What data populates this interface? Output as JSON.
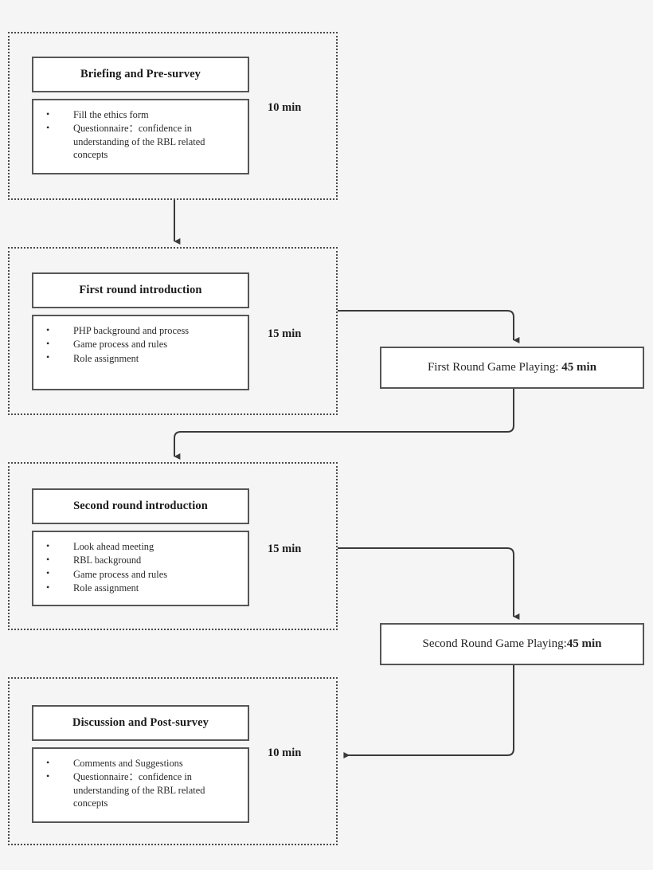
{
  "figure": {
    "kind": "process-flow-diagram",
    "background_color": "#f5f5f5",
    "line_color": "#565656",
    "dash_color": "#4a4a4a"
  },
  "stages": [
    {
      "id": "briefing",
      "header": "Briefing and Pre-survey",
      "duration": "10 min",
      "bullets": [
        "Fill the ethics form",
        "Questionnaire：confidence in understanding of the RBL related concepts"
      ]
    },
    {
      "id": "first-round-intro",
      "header": "First round introduction",
      "duration": "15 min",
      "bullets": [
        "PHP background and process",
        "Game process and rules",
        "Role assignment"
      ]
    },
    {
      "id": "second-round-intro",
      "header": "Second round introduction",
      "duration": "15 min",
      "bullets": [
        "Look ahead meeting",
        "RBL background",
        "Game process and rules",
        "Role assignment"
      ]
    },
    {
      "id": "discussion",
      "header": "Discussion and Post-survey",
      "duration": "10 min",
      "bullets": [
        "Comments and Suggestions",
        "Questionnaire：confidence in understanding of the RBL related concepts"
      ]
    }
  ],
  "play_boxes": [
    {
      "id": "first-round-play",
      "text_prefix": "First Round Game Playing: ",
      "text_duration": "45 min"
    },
    {
      "id": "second-round-play",
      "text_prefix": "Second Round Game Playing:",
      "text_duration": "45 min"
    }
  ],
  "connectors": [
    {
      "id": "briefing-to-first-intro",
      "direction": "down"
    },
    {
      "id": "first-intro-to-first-play",
      "direction": "right-then-down"
    },
    {
      "id": "first-play-to-second-intro",
      "direction": "down-left-then-down"
    },
    {
      "id": "second-intro-to-second-play",
      "direction": "right-then-down"
    },
    {
      "id": "second-play-to-discussion",
      "direction": "down-then-left"
    }
  ]
}
